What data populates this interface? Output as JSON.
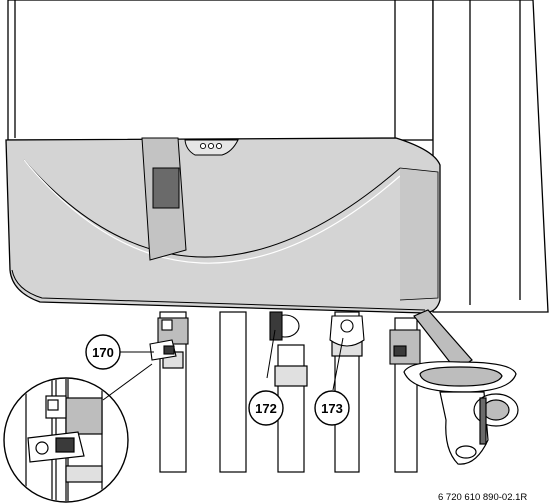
{
  "callouts": [
    {
      "id": "170",
      "label": "170"
    },
    {
      "id": "172",
      "label": "172"
    },
    {
      "id": "173",
      "label": "173"
    }
  ],
  "reference_code": "6 720 610 890-02.1R",
  "colors": {
    "outline": "#000000",
    "panel_gray": "#d4d4d4",
    "dark_gray": "#6a6a6a",
    "paper": "#ffffff"
  }
}
